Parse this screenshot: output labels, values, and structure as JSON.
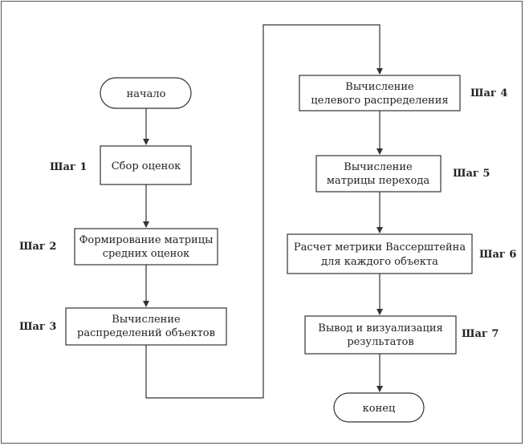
{
  "nodes": {
    "start": "начало",
    "collect": "Сбор оценок",
    "matrix_1": "Формирование матрицы",
    "matrix_2": "средних оценок",
    "distrib_1": "Вычисление",
    "distrib_2": "распределений объектов",
    "target_1": "Вычисление",
    "target_2": "целевого распределения",
    "transition_1": "Вычисление",
    "transition_2": "матрицы перехода",
    "wasserstein_1": "Расчет метрики Вассерштейна",
    "wasserstein_2": "для каждого объекта",
    "output_1": "Вывод и визуализация",
    "output_2": "результатов",
    "end": "конец"
  },
  "steps": {
    "s1": "Шаг 1",
    "s2": "Шаг 2",
    "s3": "Шаг 3",
    "s4": "Шаг 4",
    "s5": "Шаг 5",
    "s6": "Шаг 6",
    "s7": "Шаг 7"
  }
}
